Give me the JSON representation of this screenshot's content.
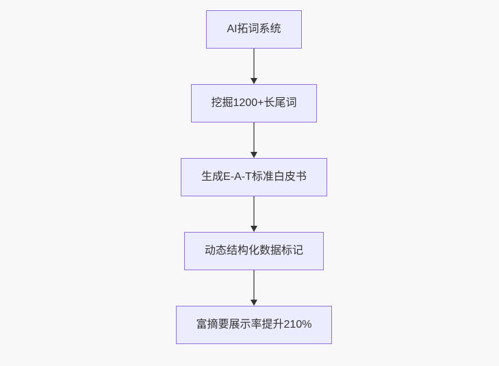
{
  "page": {
    "background_color": "#f8f8f8"
  },
  "flowchart": {
    "direction": "top-down",
    "node_fill_color": "#ECECFF",
    "node_border_color": "#9370DB",
    "node_text_color": "#333333",
    "edge_line_color": "#7f7f7f",
    "arrowhead_color": "#333333",
    "nodes": [
      {
        "id": "node-1",
        "label": "AI拓词系统"
      },
      {
        "id": "node-2",
        "label": "挖掘1200+长尾词"
      },
      {
        "id": "node-3",
        "label": "生成E-A-T标准白皮书"
      },
      {
        "id": "node-4",
        "label": "动态结构化数据标记"
      },
      {
        "id": "node-5",
        "label": "富摘要展示率提升210%"
      }
    ],
    "edges": [
      {
        "from": "node-1",
        "to": "node-2"
      },
      {
        "from": "node-2",
        "to": "node-3"
      },
      {
        "from": "node-3",
        "to": "node-4"
      },
      {
        "from": "node-4",
        "to": "node-5"
      }
    ]
  }
}
